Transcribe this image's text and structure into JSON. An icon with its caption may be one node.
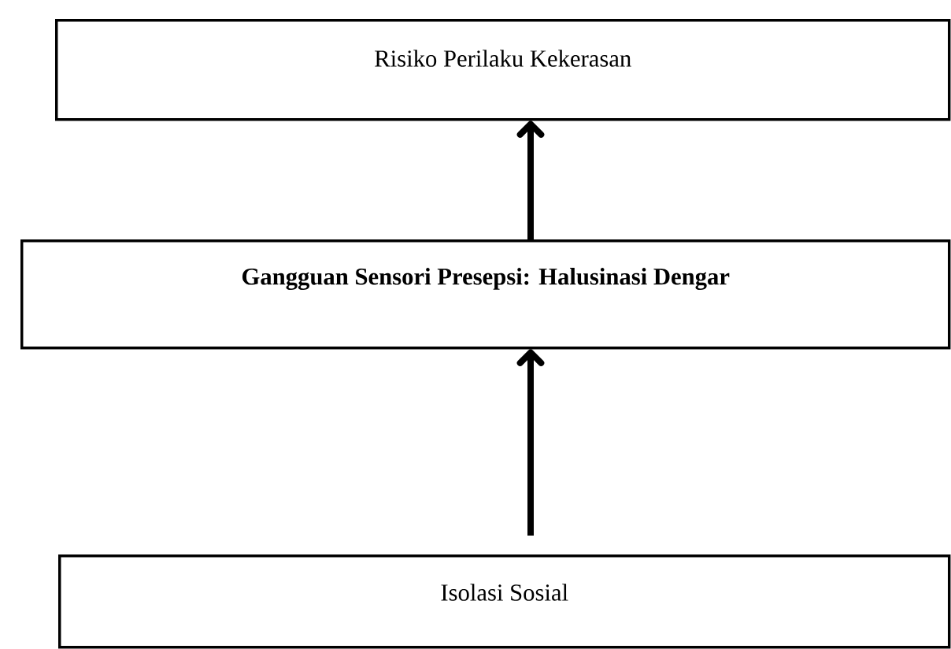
{
  "diagram": {
    "nodes": [
      {
        "text": [
          "Risiko Perilaku Kekerasan"
        ]
      },
      {
        "text": [
          "Gangguan Sensori Presepsi: Halusinasi Dengar"
        ]
      },
      {
        "text": [
          "Isolasi Sosial"
        ]
      }
    ],
    "edges": [
      {
        "from": 1,
        "to": 0,
        "arrow": "to"
      },
      {
        "from": 2,
        "to": 1,
        "arrow": "to"
      }
    ]
  }
}
